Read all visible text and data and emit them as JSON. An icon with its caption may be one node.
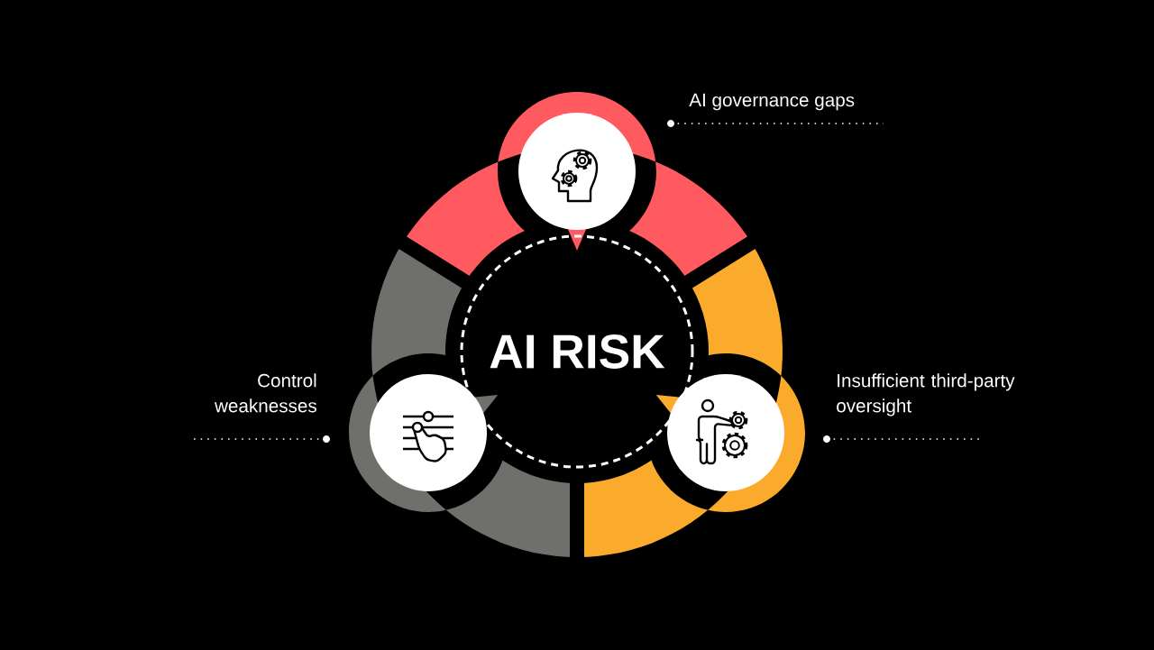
{
  "diagram": {
    "nodes": [
      {
        "text": [
          "AI RISK"
        ]
      }
    ],
    "labels": [
      "AI governance gaps",
      "Control weaknesses",
      "Insufficient third-party oversight"
    ]
  }
}
